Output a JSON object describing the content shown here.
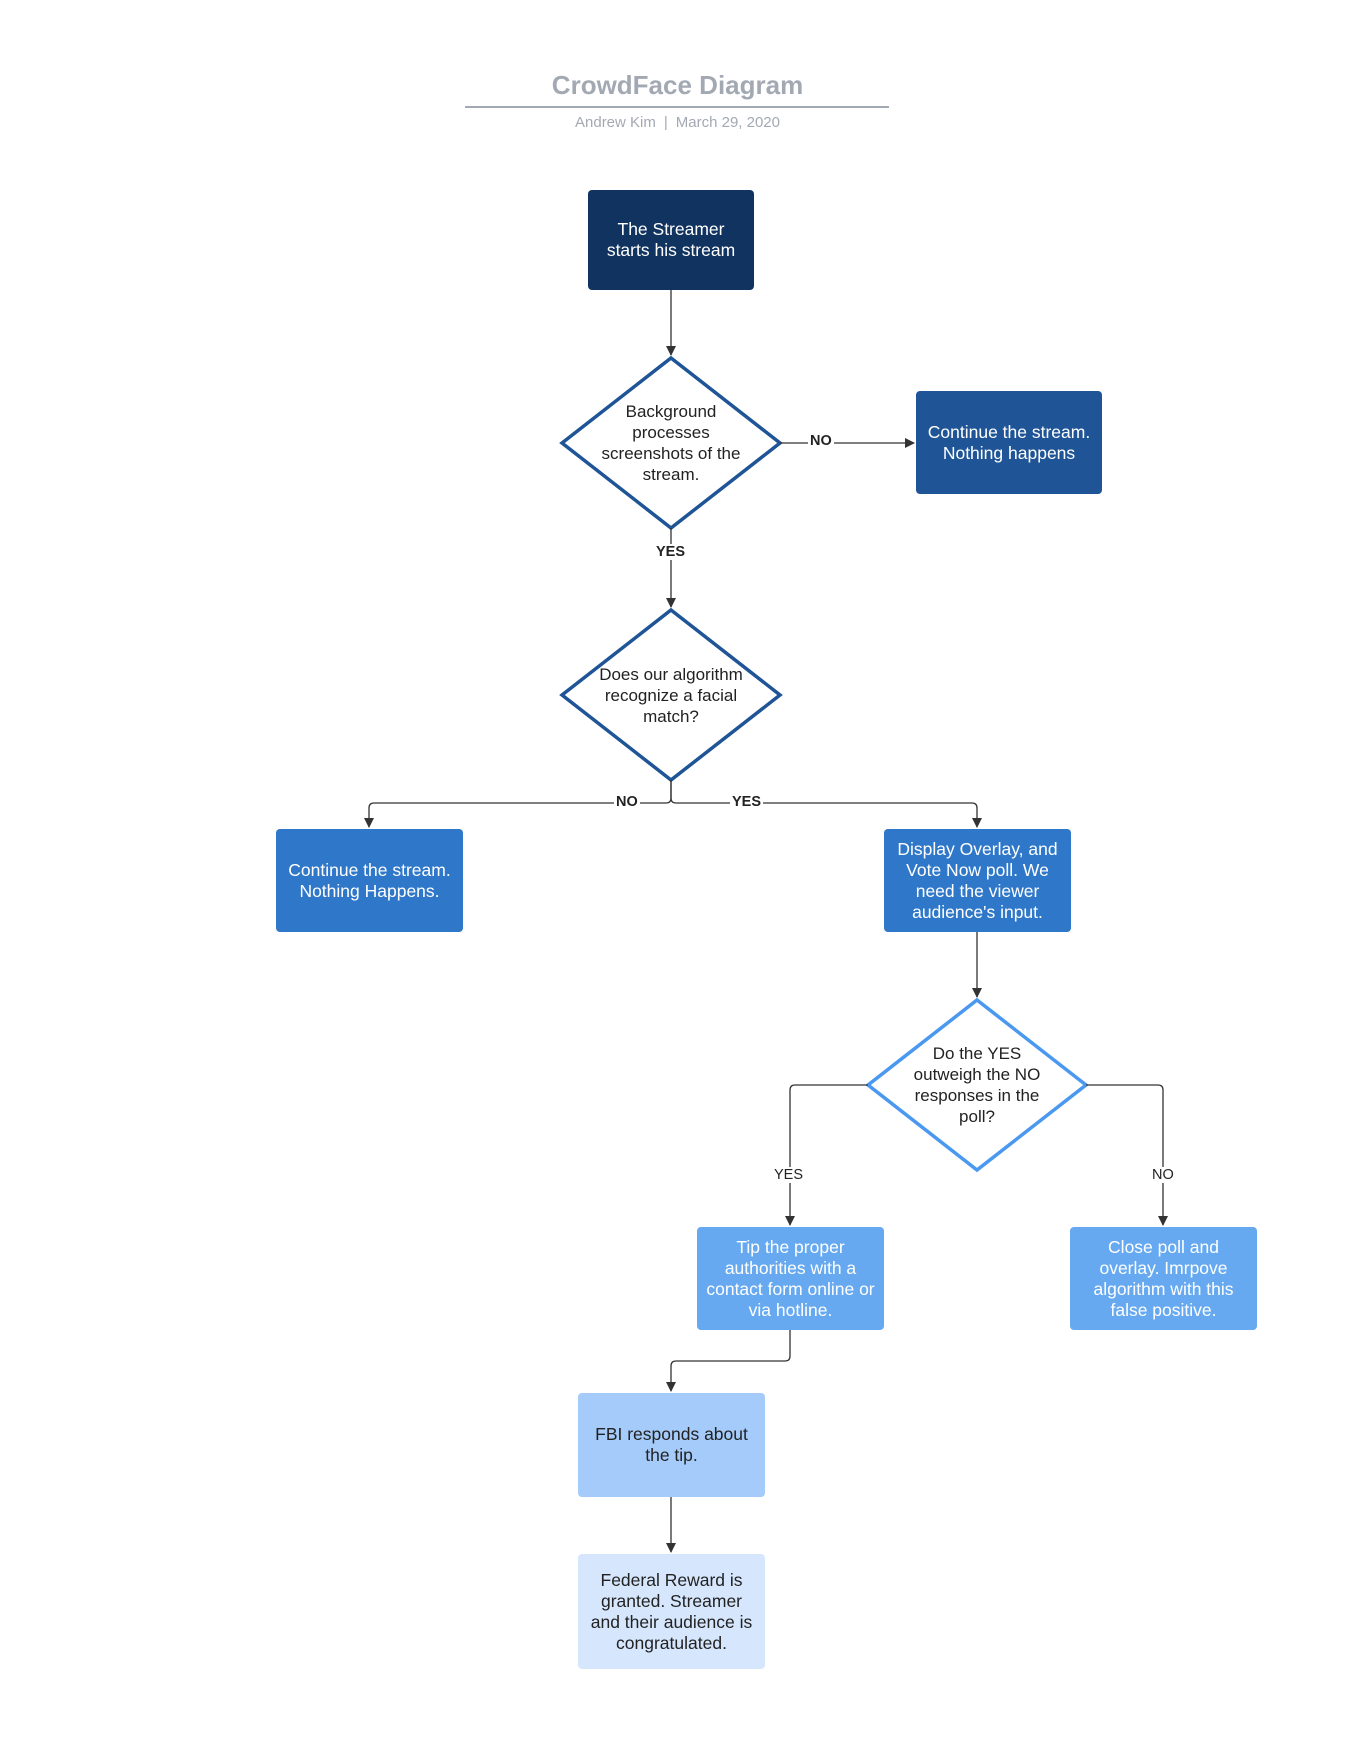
{
  "header": {
    "title": "CrowdFace Diagram",
    "author": "Andrew Kim",
    "separator": "|",
    "date": "March 29, 2020"
  },
  "nodes": {
    "start": "The Streamer starts his stream",
    "decision_background": "Background processes screenshots of the stream.",
    "no_capture": "Continue the stream. Nothing happens",
    "decision_match": "Does our algorithm recognize a facial match?",
    "no_match": "Continue the stream. Nothing Happens.",
    "overlay": "Display Overlay, and Vote Now poll. We need the viewer audience's input.",
    "decision_poll": "Do the YES outweigh the NO responses in the poll?",
    "tip": "Tip the proper authorities with a contact  form online or via hotline.",
    "close_poll": "Close poll and overlay. Imrpove algorithm with this false positive.",
    "fbi": "FBI responds about the tip.",
    "reward": "Federal Reward is granted. Streamer and their audience is congratulated."
  },
  "edges": {
    "bg_no": "NO",
    "bg_yes": "YES",
    "match_no": "NO",
    "match_yes": "YES",
    "poll_yes": "YES",
    "poll_no": "NO"
  },
  "colors": {
    "navy": "#11335f",
    "dark_blue": "#1f5596",
    "medium_blue": "#2f77c8",
    "light_blue": "#66a9f0",
    "pale_blue": "#a4cbfa",
    "very_pale_blue": "#d6e7fd",
    "diamond_dark_border": "#1f5596",
    "diamond_light_border": "#4a98f0",
    "connector": "#333333",
    "header_gray": "#a3a9b3"
  }
}
